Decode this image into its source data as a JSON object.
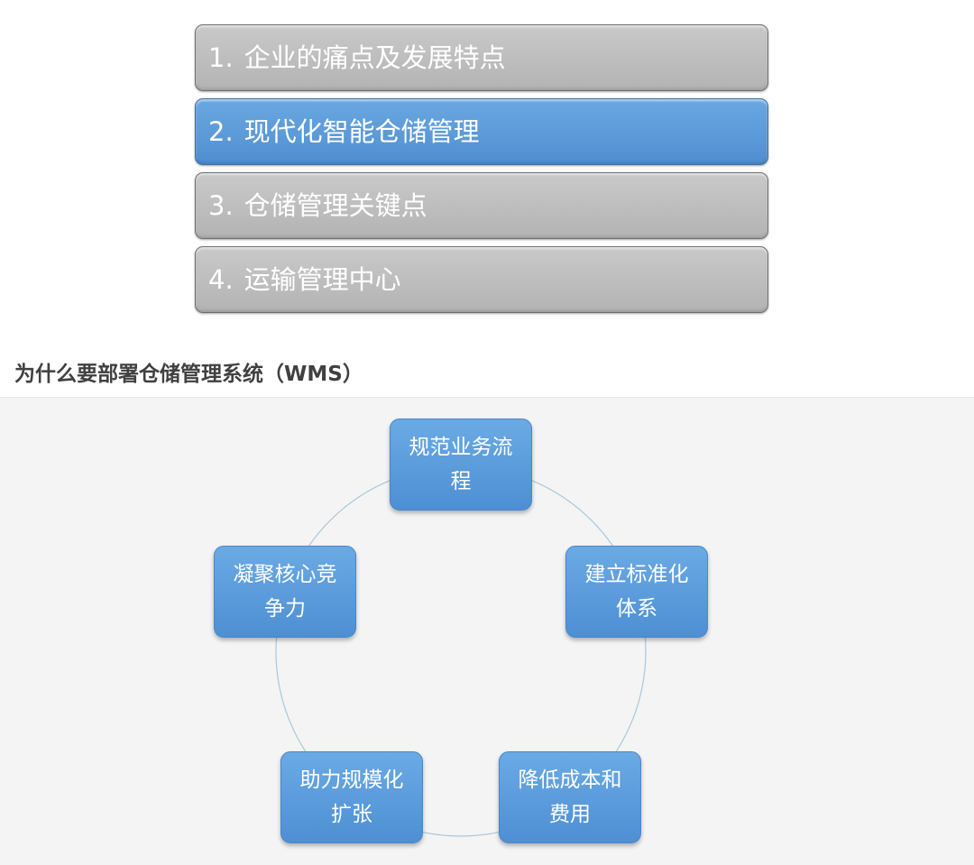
{
  "agenda": [
    {
      "num": "1.",
      "label": "企业的痛点及发展特点",
      "active": false
    },
    {
      "num": "2.",
      "label": "现代化智能仓储管理",
      "active": true
    },
    {
      "num": "3.",
      "label": "仓储管理关键点",
      "active": false
    },
    {
      "num": "4.",
      "label": "运输管理中心",
      "active": false
    }
  ],
  "section_title": "为什么要部署仓储管理系统（WMS）",
  "cycle": {
    "nodes": [
      {
        "label": "规范业务流程"
      },
      {
        "label": "建立标准化体系"
      },
      {
        "label": "降低成本和费用"
      },
      {
        "label": "助力规模化扩张"
      },
      {
        "label": "凝聚核心竞争力"
      }
    ]
  },
  "colors": {
    "agenda_inactive": "#bdbdbd",
    "agenda_active": "#5c9ad8",
    "node_fill": "#5b9bd5",
    "cycle_line": "#a8c8dc"
  }
}
